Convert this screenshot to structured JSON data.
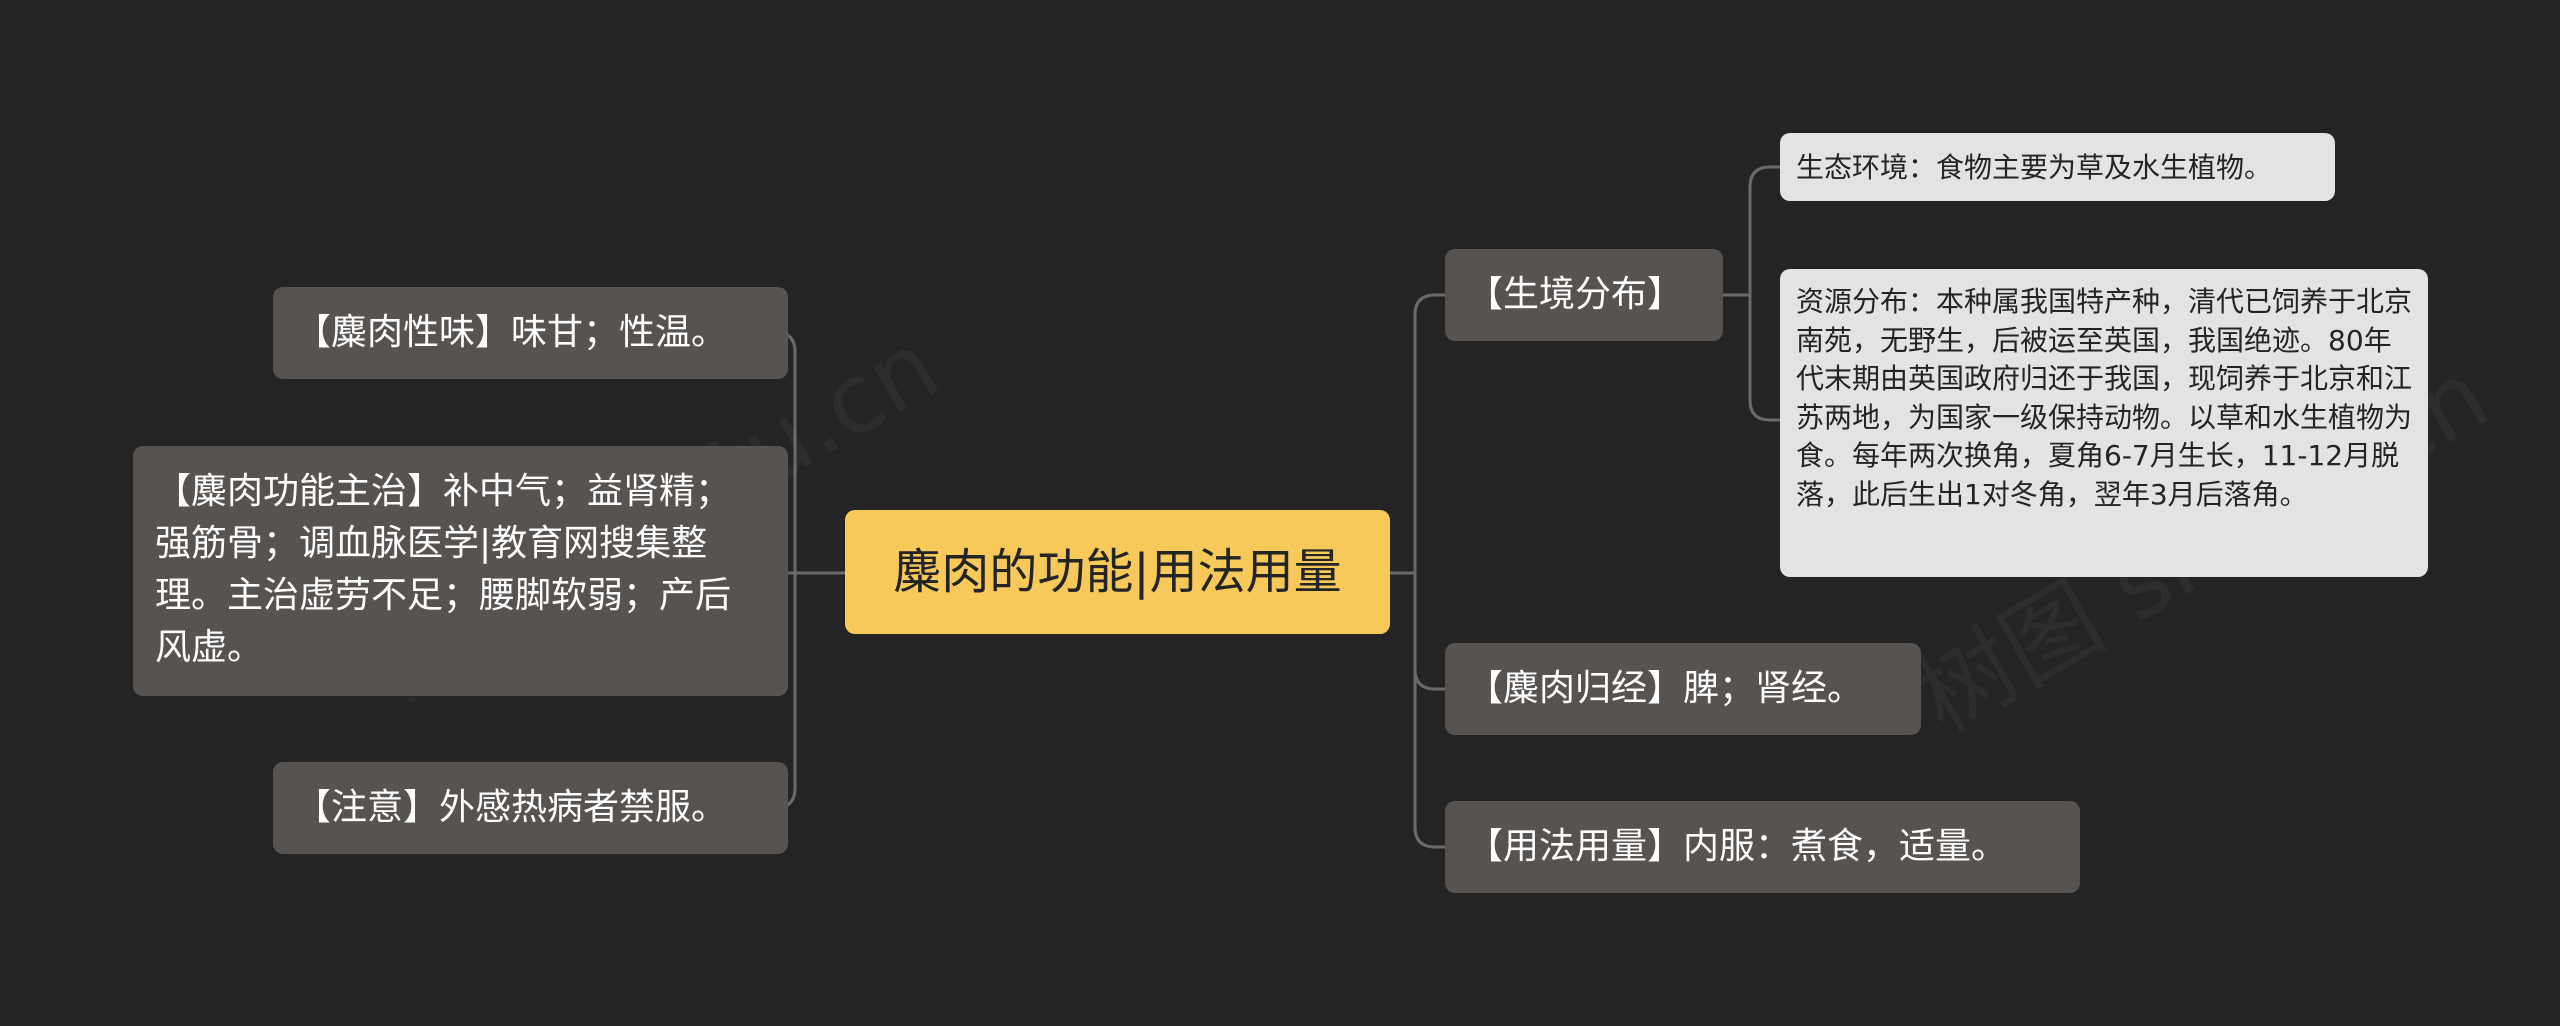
{
  "root": {
    "label": "麋肉的功能|用法用量"
  },
  "left": [
    {
      "label": "【麋肉性味】味甘；性温。"
    },
    {
      "label": "【麋肉功能主治】补中气；益肾精；强筋骨；调血脉医学|教育网搜集整理。主治虚劳不足；腰脚软弱；产后风虚。"
    },
    {
      "label": "【注意】外感热病者禁服。"
    }
  ],
  "right": [
    {
      "label": "【生境分布】",
      "children": [
        {
          "label": "生态环境：食物主要为草及水生植物。"
        },
        {
          "label": "资源分布：本种属我国特产种，清代已饲养于北京南苑，无野生，后被运至英国，我国绝迹。80年代末期由英国政府归还于我国，现饲养于北京和江苏两地，为国家一级保持动物。以草和水生植物为食。每年两次换角，夏角6-7月生长，11-12月脱落，此后生出1对冬角，翌年3月后落角。"
        }
      ]
    },
    {
      "label": "【麋肉归经】脾；肾经。"
    },
    {
      "label": "【用法用量】内服：煮食，适量。"
    }
  ],
  "watermarks": [
    "树图 shutu.cn",
    "树图 shutu.cn"
  ]
}
